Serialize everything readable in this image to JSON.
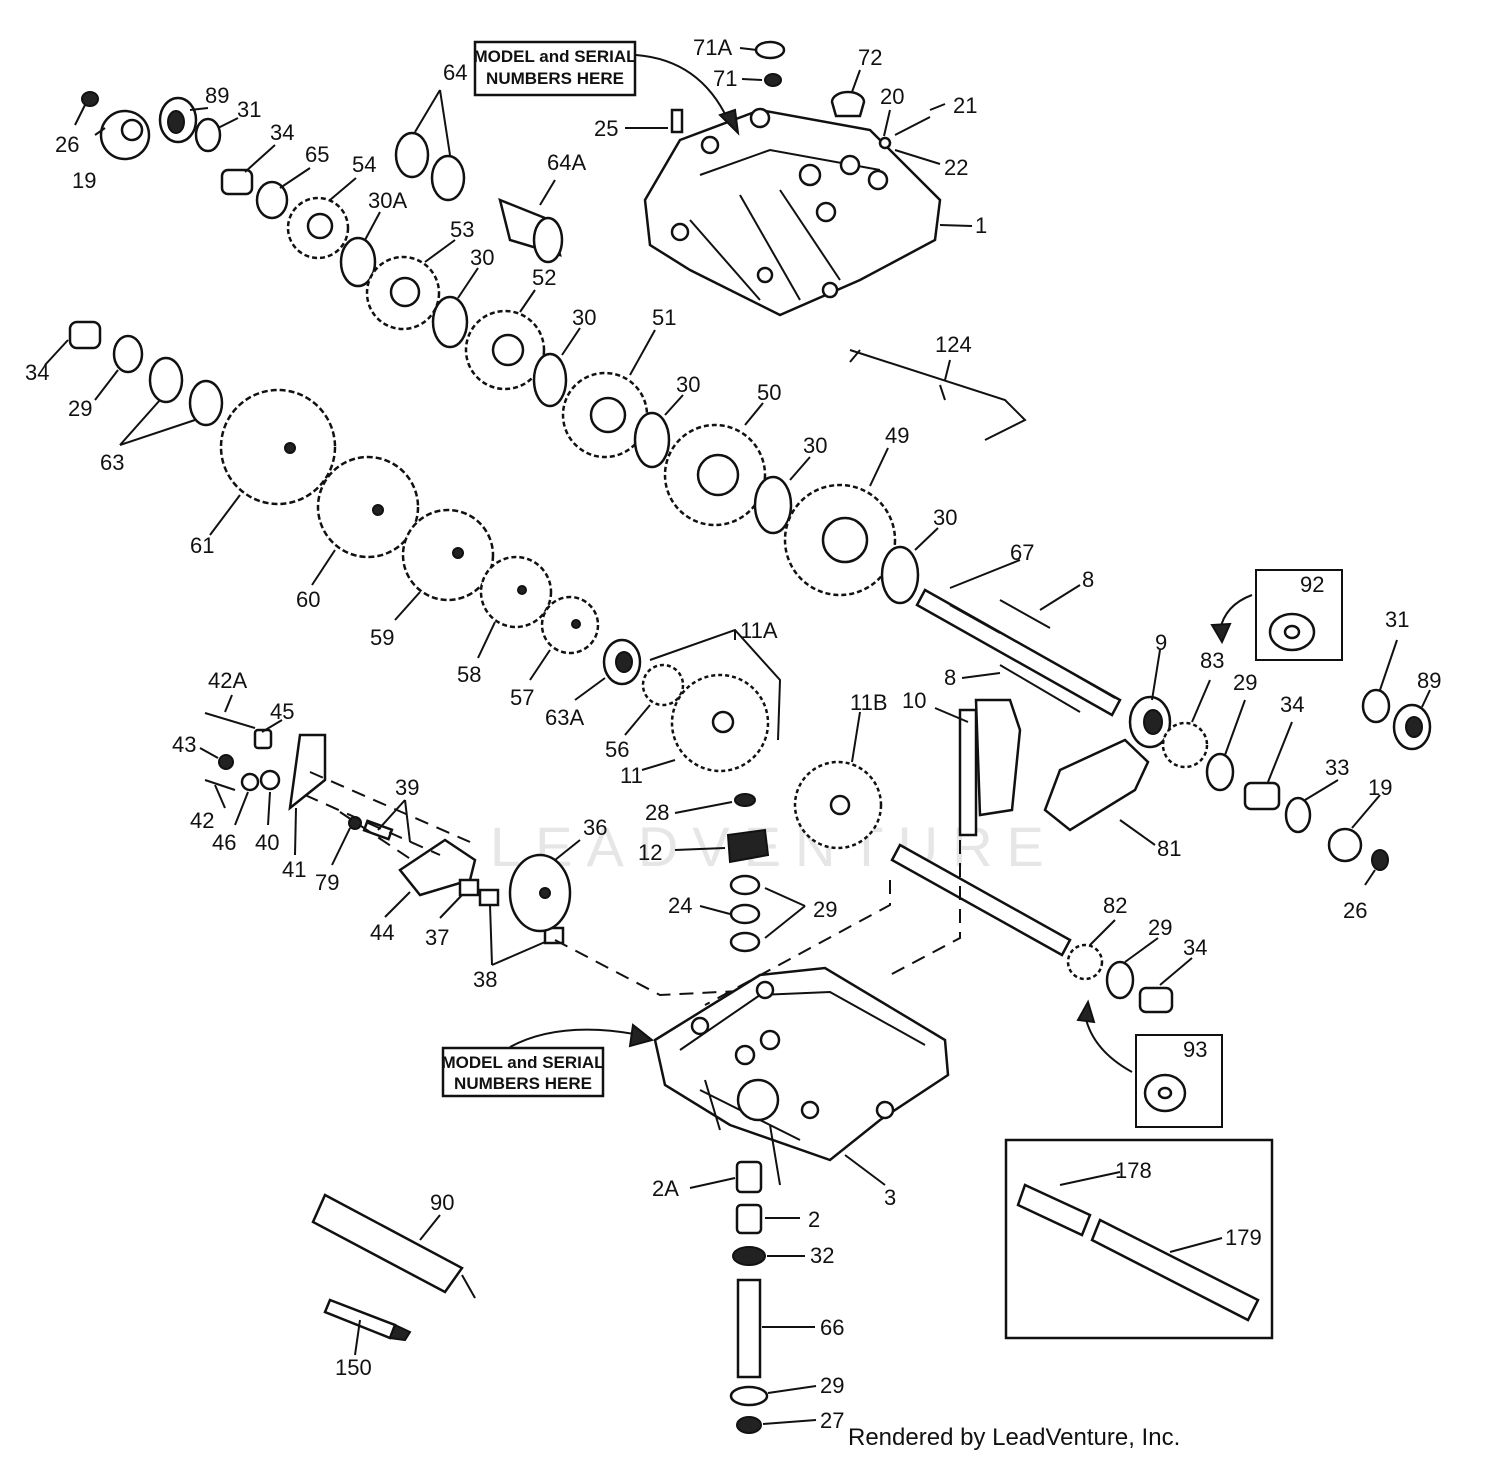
{
  "diagram": {
    "watermark": "LEADVENTURE",
    "credit": "Rendered by LeadVenture, Inc.",
    "notes": {
      "top_model_serial": [
        "MODEL and SERIAL",
        "NUMBERS HERE"
      ],
      "bottom_model_serial": [
        "MODEL and SERIAL",
        "NUMBERS HERE"
      ]
    },
    "part_numbers": {
      "p26a": "26",
      "p19a": "19",
      "p89a": "89",
      "p31a": "31",
      "p34a": "34",
      "p65": "65",
      "p64": "64",
      "p54": "54",
      "p30a": "30A",
      "p64a": "64A",
      "p53": "53",
      "p30b": "30",
      "p52": "52",
      "p30c": "30",
      "p51": "51",
      "p30d": "30",
      "p50": "50",
      "p30e": "30",
      "p49": "49",
      "p30f": "30",
      "p71a": "71A",
      "p71": "71",
      "p72": "72",
      "p20": "20",
      "p21": "21",
      "p22": "22",
      "p25": "25",
      "p1": "1",
      "p124": "124",
      "p34b": "34",
      "p29a": "29",
      "p63": "63",
      "p61": "61",
      "p60": "60",
      "p59": "59",
      "p58": "58",
      "p57": "57",
      "p63a": "63A",
      "p56": "56",
      "p11a": "11A",
      "p11": "11",
      "p11b": "11B",
      "p67": "67",
      "p8a": "8",
      "p8b": "8",
      "p10": "10",
      "p9": "9",
      "p83": "83",
      "p92": "92",
      "p29b": "29",
      "p34c": "34",
      "p31b": "31",
      "p89b": "89",
      "p33": "33",
      "p19b": "19",
      "p26b": "26",
      "p81": "81",
      "p42a": "42A",
      "p45": "45",
      "p43": "43",
      "p42": "42",
      "p46": "46",
      "p40": "40",
      "p41": "41",
      "p39": "39",
      "p79": "79",
      "p44": "44",
      "p37": "37",
      "p38": "38",
      "p36": "36",
      "p28": "28",
      "p12": "12",
      "p24": "24",
      "p29c": "29",
      "p82": "82",
      "p29d": "29",
      "p34d": "34",
      "p93": "93",
      "p2a": "2A",
      "p2": "2",
      "p32": "32",
      "p66": "66",
      "p29e": "29",
      "p27": "27",
      "p3": "3",
      "p90": "90",
      "p150": "150",
      "p178": "178",
      "p179": "179"
    }
  }
}
